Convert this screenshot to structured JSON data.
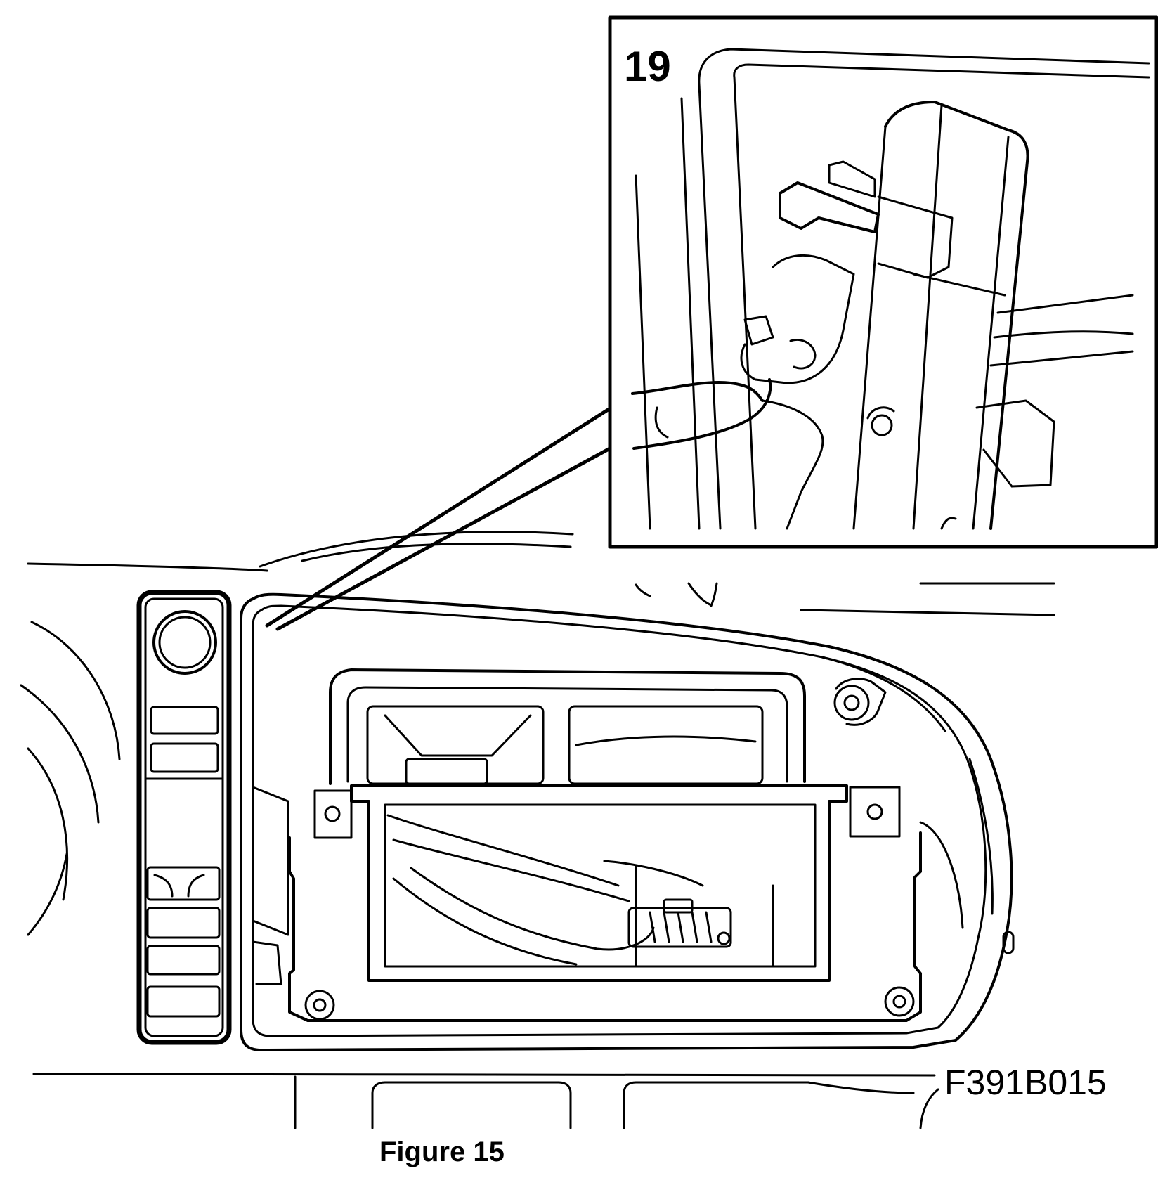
{
  "callout": {
    "number": "19"
  },
  "drawing": {
    "code": "F391B015"
  },
  "caption": {
    "text": "Figure 15"
  }
}
